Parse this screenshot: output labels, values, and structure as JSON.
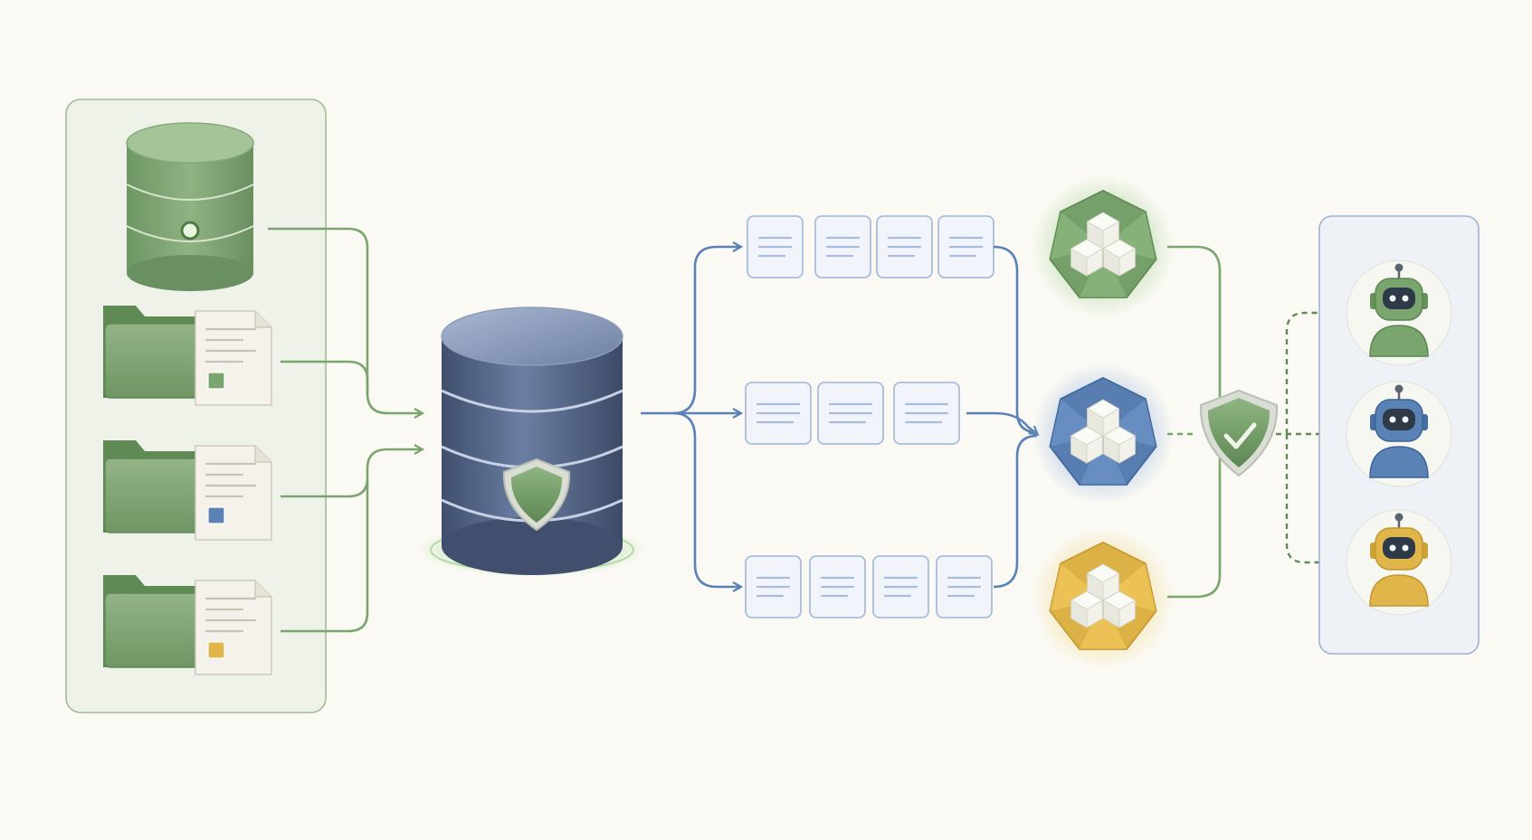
{
  "colors": {
    "background": "#faf9f3",
    "green": "#7aa56e",
    "green_dark": "#5f8a55",
    "green_light": "#a9c79c",
    "blue": "#5b82b5",
    "blue_light": "#9db6da",
    "gold": "#e0b54a",
    "gold_light": "#f0d58a",
    "navy": "#4a5b7a",
    "panel_green_bg": "#eef2e8",
    "panel_blue_bg": "#eef1f6"
  },
  "icons": {
    "source_database": "database-icon",
    "source_folders": [
      "folder-document-icon",
      "folder-document-icon",
      "folder-document-icon"
    ],
    "central_store": "secure-database-icon",
    "chunk_rows": [
      "document-chunk-icon",
      "document-chunk-icon",
      "document-chunk-icon"
    ],
    "models": [
      "green-model-cube-icon",
      "blue-model-cube-icon",
      "gold-model-cube-icon"
    ],
    "gateway": "shield-check-icon",
    "agents": [
      "green-robot-icon",
      "blue-robot-icon",
      "gold-robot-icon"
    ]
  },
  "chunk_counts": [
    4,
    3,
    4
  ],
  "folder_badge_colors": [
    "#7aa56e",
    "#5b82b5",
    "#e0b54a"
  ],
  "model_colors": [
    "#7aa56e",
    "#5b82b5",
    "#e0b54a"
  ],
  "agent_colors": [
    "#7aa56e",
    "#5b82b5",
    "#e0b54a"
  ]
}
